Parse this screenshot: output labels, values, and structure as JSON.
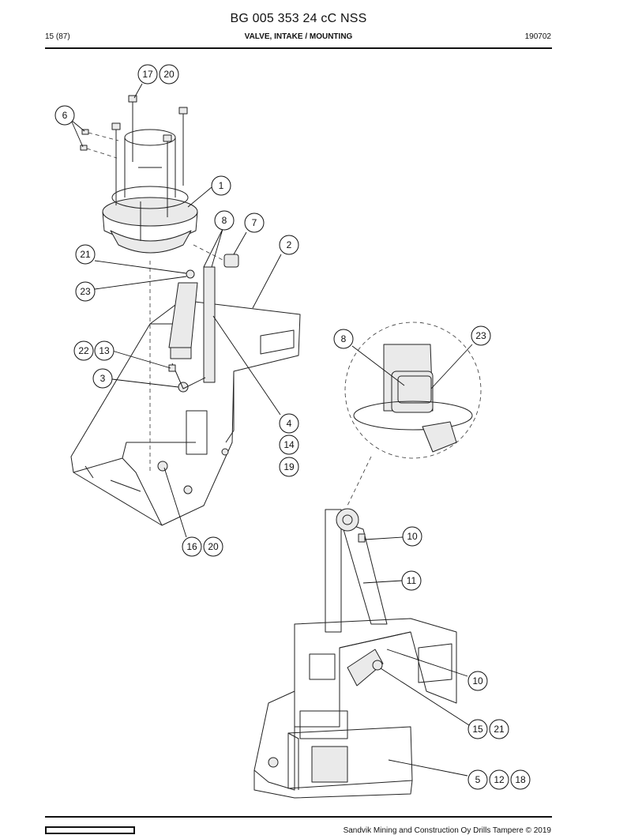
{
  "header": {
    "doc_title": "BG 005 353 24 cC NSS",
    "page": "15 (87)",
    "section": "VALVE, INTAKE / MOUNTING",
    "date_code": "190702"
  },
  "footer": {
    "copyright": "Sandvik Mining and Construction Oy Drills Tampere © 2019"
  },
  "callouts": {
    "c17": "17",
    "c20a": "20",
    "c6": "6",
    "c1": "1",
    "c8a": "8",
    "c7": "7",
    "c2": "2",
    "c21a": "21",
    "c23a": "23",
    "c22": "22",
    "c13": "13",
    "c3": "3",
    "c4": "4",
    "c14": "14",
    "c19": "19",
    "c16": "16",
    "c20b": "20",
    "c8b": "8",
    "c23b": "23",
    "c10a": "10",
    "c11": "11",
    "c10b": "10",
    "c15": "15",
    "c21b": "21",
    "c5": "5",
    "c12": "12",
    "c18": "18"
  }
}
